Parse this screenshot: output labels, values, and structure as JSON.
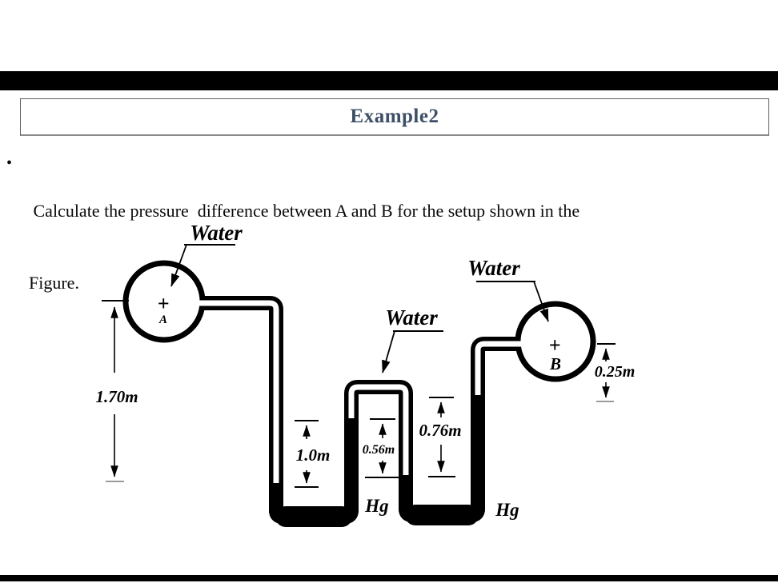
{
  "slide": {
    "title": "Example2",
    "title_color": "#3d4f66",
    "bullet_marker": "•",
    "bullet_line1": " Calculate the pressure  difference between A and B for the setup shown in the",
    "bullet_line2": "Figure.",
    "bar_color": "#000000"
  },
  "diagram": {
    "vessel_a": {
      "marker": "+",
      "label": "A",
      "fluid": "Water"
    },
    "vessel_b": {
      "marker": "+",
      "label": "B",
      "fluid": "Water"
    },
    "mid_fluid": "Water",
    "hg_left": "Hg",
    "hg_right": "Hg",
    "dims": {
      "a_to_hg": "1.70m",
      "left_utube": "1.0m",
      "mid_utube": "0.56m",
      "right_utube": "0.76m",
      "b_to_hg": "0.25m"
    },
    "colors": {
      "ink": "#000000",
      "mercury": "#000000",
      "water": "#ffffff"
    }
  }
}
